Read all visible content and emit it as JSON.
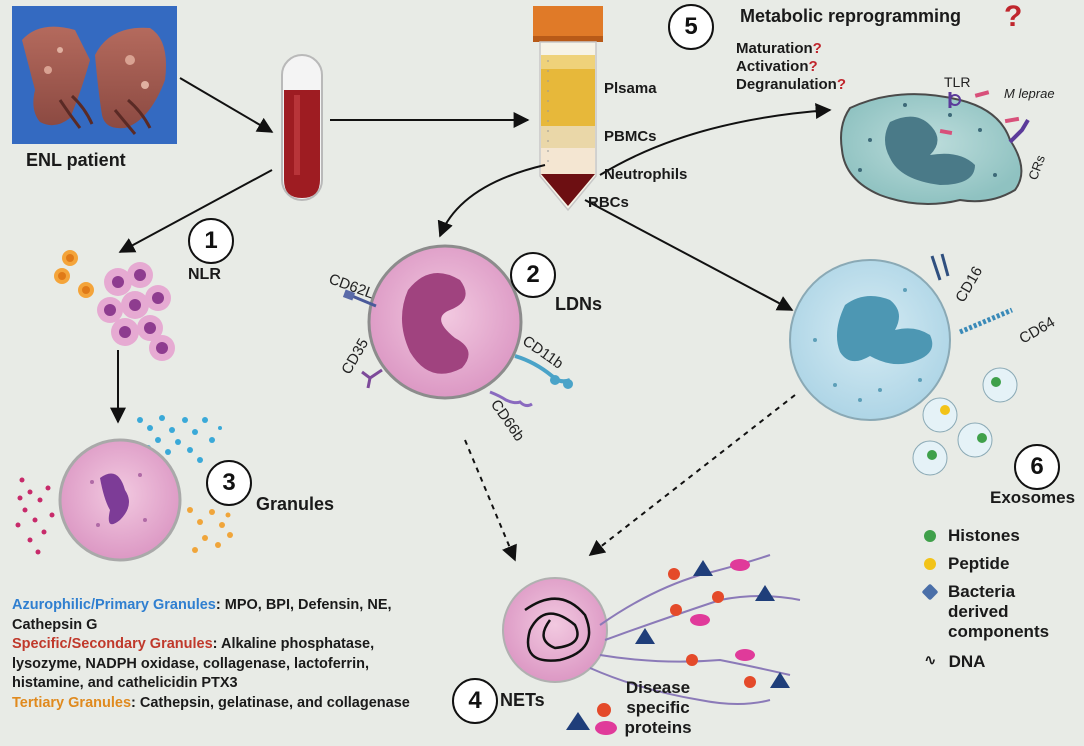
{
  "patient_label": "ENL patient",
  "steps": [
    {
      "number": "1",
      "label": "NLR"
    },
    {
      "number": "2",
      "label": "LDNs"
    },
    {
      "number": "3",
      "label": "Granules"
    },
    {
      "number": "4",
      "label": "NETs"
    },
    {
      "number": "5",
      "label": "Metabolic reprogramming"
    },
    {
      "number": "6",
      "label": "Exosomes"
    }
  ],
  "tube_layers": [
    "Plsama",
    "PBMCs",
    "Neutrophils",
    "RBCs"
  ],
  "questions": [
    "Maturation",
    "Activation",
    "Degranulation"
  ],
  "question_mark": "?",
  "macrophage_labels": {
    "tlr": "TLR",
    "pathogen": "M leprae",
    "crs": "CRs"
  },
  "ldn_markers": [
    "CD62L",
    "CD35",
    "CD11b",
    "CD66b"
  ],
  "exosome_markers": [
    "CD16",
    "CD64"
  ],
  "granules": [
    {
      "heading": "Azurophilic/Primary Granules",
      "items": "MPO, BPI, Defensin, NE, Cathepsin G",
      "color": "#2f7fd0"
    },
    {
      "heading": "Specific/Secondary Granules",
      "items": "Alkaline phosphatase, lysozyme, NADPH oxidase, collagenase, lactoferrin, histamine, and cathelicidin PTX3",
      "color": "#c0392b"
    },
    {
      "heading": "Tertiary Granules",
      "items": "Cathepsin, gelatinase, and collagenase",
      "color": "#e08a1e"
    }
  ],
  "legend": [
    {
      "label": "Histones",
      "color": "#3fa04a"
    },
    {
      "label": "Peptide",
      "color": "#f2c318"
    },
    {
      "label": "Bacteria derived components",
      "color": "#4a6fa8"
    },
    {
      "label": "DNA",
      "color": "#222222"
    }
  ],
  "nets_legend": {
    "label": "Disease specific proteins"
  }
}
